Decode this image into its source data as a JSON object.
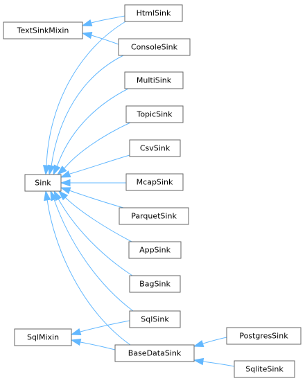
{
  "diagram": {
    "nodes": {
      "htmlsink": "HtmlSink",
      "textsinkmixin": "TextSinkMixin",
      "consolesink": "ConsoleSink",
      "multisink": "MultiSink",
      "topicsink": "TopicSink",
      "csvsink": "CsvSink",
      "sink": "Sink",
      "mcapsink": "McapSink",
      "parquetsink": "ParquetSink",
      "appsink": "AppSink",
      "bagsink": "BagSink",
      "sqlsink": "SqlSink",
      "sqlmixin": "SqlMixin",
      "basedatasink": "BaseDataSink",
      "postgressink": "PostgresSink",
      "sqlitesink": "SqliteSink"
    },
    "edges": [
      {
        "from": "htmlsink",
        "to": "textsinkmixin"
      },
      {
        "from": "consolesink",
        "to": "textsinkmixin"
      },
      {
        "from": "htmlsink",
        "to": "sink"
      },
      {
        "from": "consolesink",
        "to": "sink"
      },
      {
        "from": "multisink",
        "to": "sink"
      },
      {
        "from": "topicsink",
        "to": "sink"
      },
      {
        "from": "csvsink",
        "to": "sink"
      },
      {
        "from": "mcapsink",
        "to": "sink"
      },
      {
        "from": "parquetsink",
        "to": "sink"
      },
      {
        "from": "appsink",
        "to": "sink"
      },
      {
        "from": "bagsink",
        "to": "sink"
      },
      {
        "from": "sqlsink",
        "to": "sink"
      },
      {
        "from": "basedatasink",
        "to": "sink"
      },
      {
        "from": "sqlsink",
        "to": "sqlmixin"
      },
      {
        "from": "basedatasink",
        "to": "sqlmixin"
      },
      {
        "from": "postgressink",
        "to": "basedatasink"
      },
      {
        "from": "sqlitesink",
        "to": "basedatasink"
      }
    ],
    "colors": {
      "edge": "#63b8ff",
      "node_border": "#666666",
      "node_fill": "#ffffff",
      "text": "#000000"
    }
  }
}
